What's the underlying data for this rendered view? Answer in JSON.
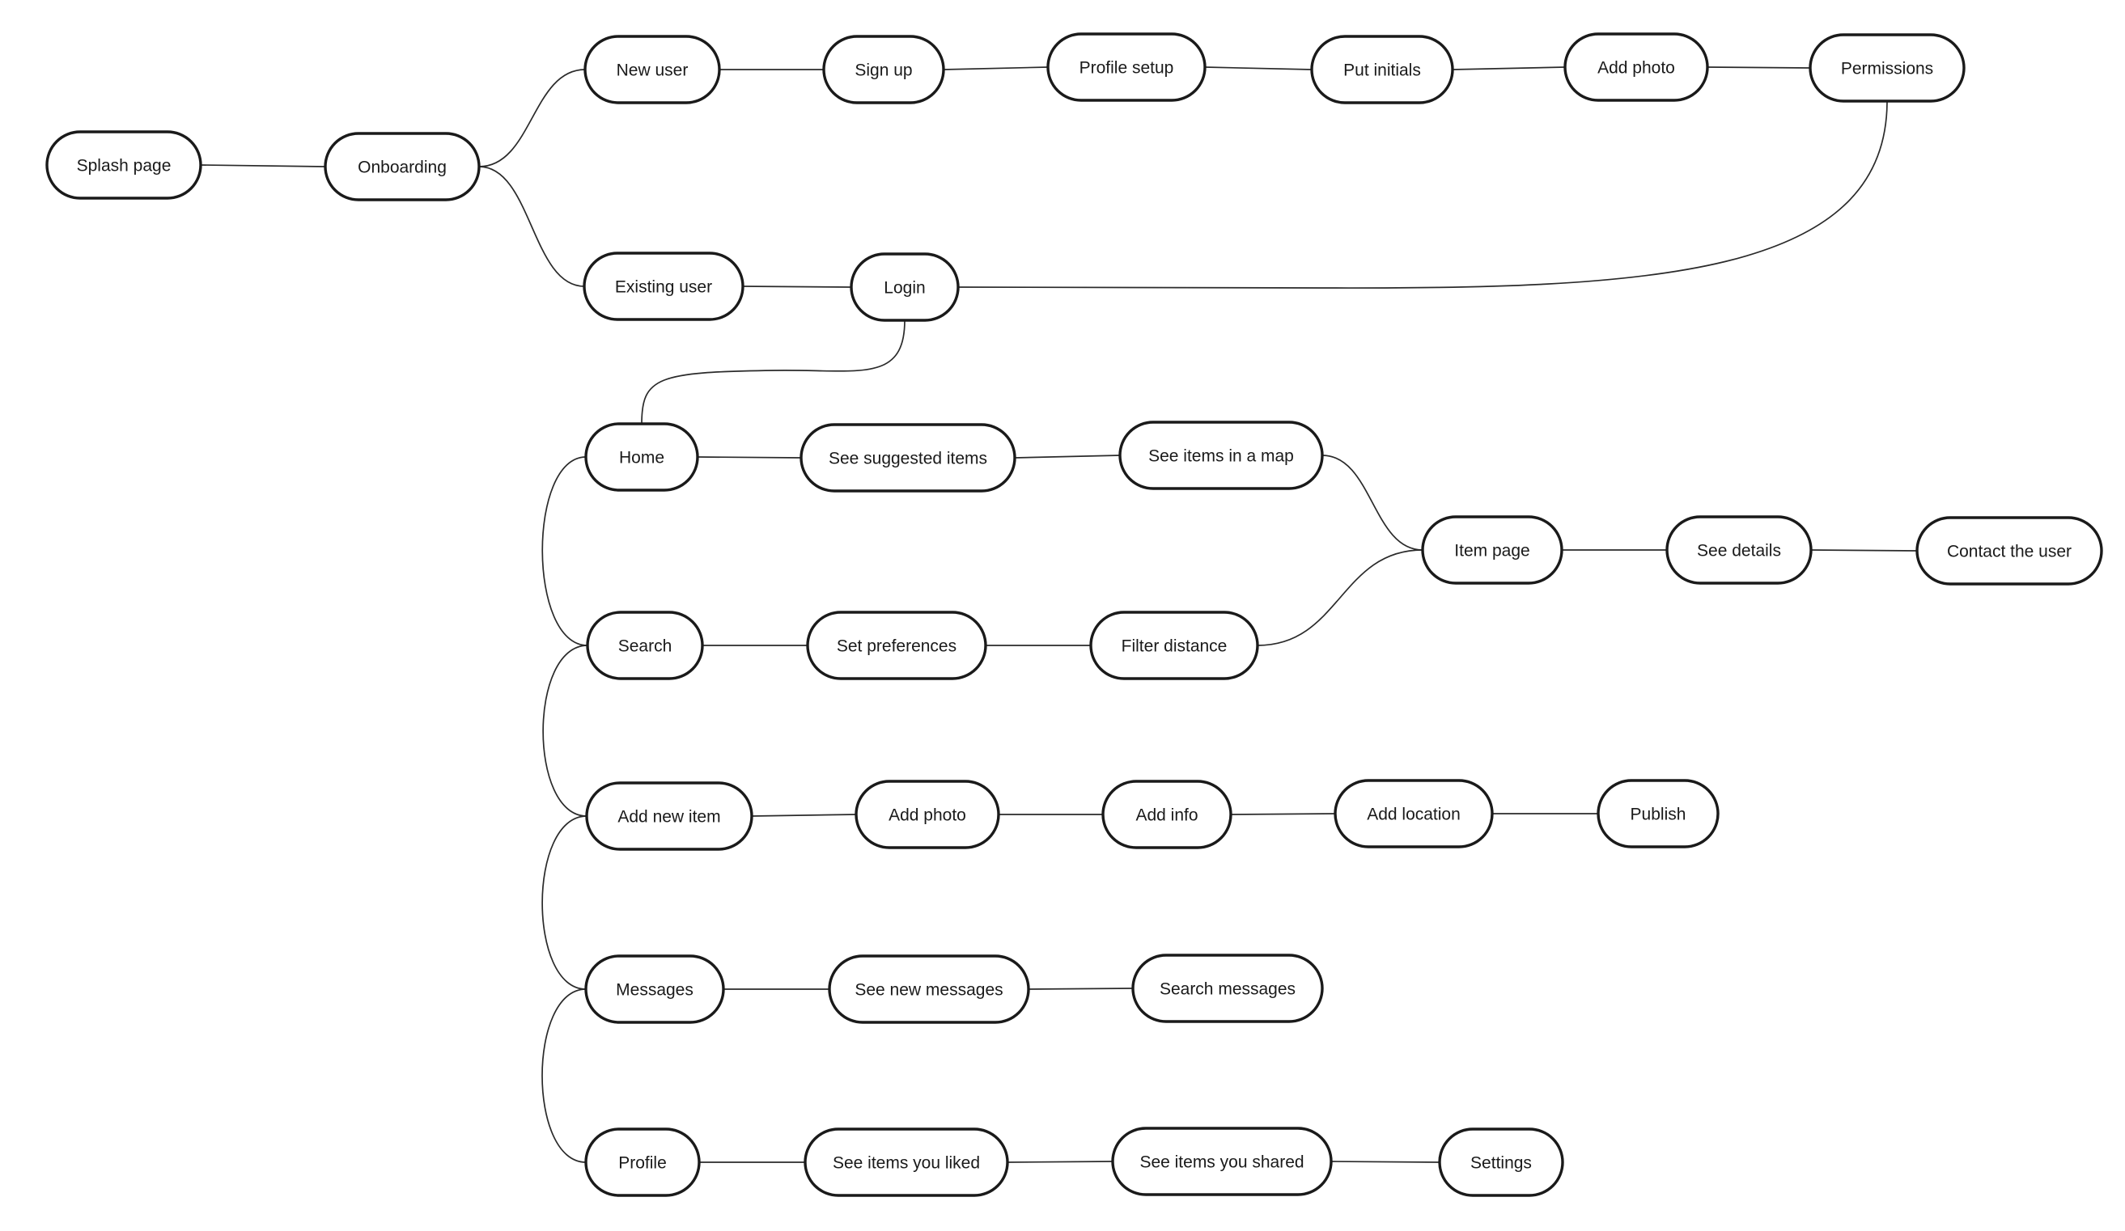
{
  "flow": {
    "nodes": [
      {
        "id": "splash",
        "label": "Splash page"
      },
      {
        "id": "onboarding",
        "label": "Onboarding"
      },
      {
        "id": "new_user",
        "label": "New user"
      },
      {
        "id": "sign_up",
        "label": "Sign up"
      },
      {
        "id": "profile_setup",
        "label": "Profile setup"
      },
      {
        "id": "put_initials",
        "label": "Put initials"
      },
      {
        "id": "add_photo_profile",
        "label": "Add photo"
      },
      {
        "id": "permissions",
        "label": "Permissions"
      },
      {
        "id": "existing_user",
        "label": "Existing user"
      },
      {
        "id": "login",
        "label": "Login"
      },
      {
        "id": "home",
        "label": "Home"
      },
      {
        "id": "see_suggested",
        "label": "See suggested items"
      },
      {
        "id": "see_map",
        "label": "See items in a map"
      },
      {
        "id": "item_page",
        "label": "Item page"
      },
      {
        "id": "see_details",
        "label": "See details"
      },
      {
        "id": "contact_user",
        "label": "Contact the user"
      },
      {
        "id": "search",
        "label": "Search"
      },
      {
        "id": "set_prefs",
        "label": "Set preferences"
      },
      {
        "id": "filter_distance",
        "label": "Filter distance"
      },
      {
        "id": "add_new_item",
        "label": "Add new item"
      },
      {
        "id": "add_photo_item",
        "label": "Add photo"
      },
      {
        "id": "add_info",
        "label": "Add info"
      },
      {
        "id": "add_location",
        "label": "Add location"
      },
      {
        "id": "publish",
        "label": "Publish"
      },
      {
        "id": "messages",
        "label": "Messages"
      },
      {
        "id": "see_new_messages",
        "label": "See new messages"
      },
      {
        "id": "search_messages",
        "label": "Search messages"
      },
      {
        "id": "profile",
        "label": "Profile"
      },
      {
        "id": "see_liked",
        "label": "See items you liked"
      },
      {
        "id": "see_shared",
        "label": "See items you shared"
      },
      {
        "id": "settings",
        "label": "Settings"
      }
    ],
    "edges": [
      [
        "splash",
        "onboarding"
      ],
      [
        "onboarding",
        "new_user"
      ],
      [
        "onboarding",
        "existing_user"
      ],
      [
        "new_user",
        "sign_up"
      ],
      [
        "sign_up",
        "profile_setup"
      ],
      [
        "profile_setup",
        "put_initials"
      ],
      [
        "put_initials",
        "add_photo_profile"
      ],
      [
        "add_photo_profile",
        "permissions"
      ],
      [
        "permissions",
        "login"
      ],
      [
        "existing_user",
        "login"
      ],
      [
        "login",
        "home"
      ],
      [
        "home",
        "see_suggested"
      ],
      [
        "see_suggested",
        "see_map"
      ],
      [
        "see_map",
        "item_page"
      ],
      [
        "filter_distance",
        "item_page"
      ],
      [
        "item_page",
        "see_details"
      ],
      [
        "see_details",
        "contact_user"
      ],
      [
        "home",
        "search"
      ],
      [
        "search",
        "set_prefs"
      ],
      [
        "set_prefs",
        "filter_distance"
      ],
      [
        "search",
        "add_new_item"
      ],
      [
        "add_new_item",
        "add_photo_item"
      ],
      [
        "add_photo_item",
        "add_info"
      ],
      [
        "add_info",
        "add_location"
      ],
      [
        "add_location",
        "publish"
      ],
      [
        "add_new_item",
        "messages"
      ],
      [
        "messages",
        "see_new_messages"
      ],
      [
        "see_new_messages",
        "search_messages"
      ],
      [
        "messages",
        "profile"
      ],
      [
        "profile",
        "see_liked"
      ],
      [
        "see_liked",
        "see_shared"
      ],
      [
        "see_shared",
        "settings"
      ]
    ]
  }
}
